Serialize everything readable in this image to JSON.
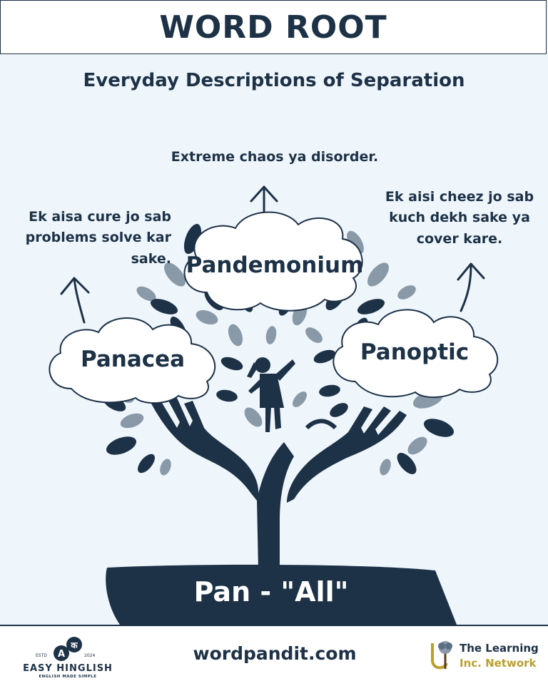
{
  "header": {
    "title": "WORD ROOT"
  },
  "subtitle": "Everyday Descriptions of Separation",
  "words": {
    "pandemonium": {
      "word": "Pandemonium",
      "definition": "Extreme chaos ya disorder."
    },
    "panacea": {
      "word": "Panacea",
      "definition": "Ek aisa cure jo sab problems solve kar sake."
    },
    "panoptic": {
      "word": "Panoptic",
      "definition": "Ek aisi cheez jo sab kuch dekh sake ya cover kare."
    }
  },
  "root": {
    "label": "Pan - \"All\""
  },
  "footer": {
    "website": "wordpandit.com",
    "left_logo": {
      "name": "EASY HINGLISH",
      "tagline": "ENGLISH MADE SIMPLE",
      "estd": "ESTD",
      "year": "2024",
      "letters": [
        "A",
        "क"
      ]
    },
    "right_logo": {
      "line1": "The Learning",
      "line2": "Inc. Network"
    }
  },
  "colors": {
    "navy": "#1d3147",
    "background": "#eef6fb",
    "leaf_light": "#8a99a8",
    "leaf_mid": "#5c6f82",
    "gold": "#b9a02e"
  }
}
